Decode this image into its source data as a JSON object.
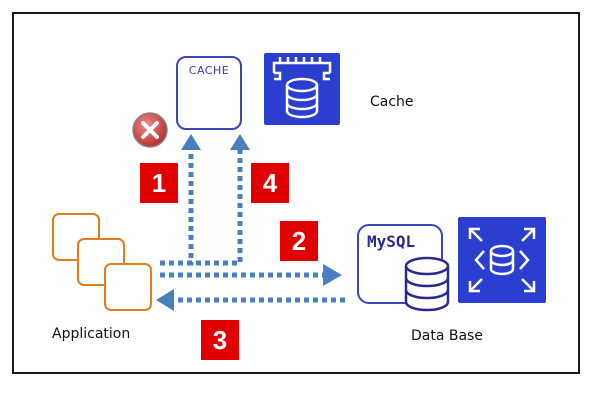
{
  "diagram": {
    "nodes": {
      "cache_box": {
        "label": "CACHE"
      },
      "cache_service": {
        "label": "Cache",
        "icon": "elasticache-icon",
        "color": "#2a3fd0"
      },
      "application": {
        "label": "Application",
        "icon": "application-icon",
        "color": "#e37d1b"
      },
      "mysql": {
        "label": "MySQL",
        "icon": "mysql-database-icon"
      },
      "database_service": {
        "label": "Data Base",
        "icon": "rds-icon",
        "color": "#2a3fd0"
      }
    },
    "steps": [
      {
        "number": "1",
        "color": "#e00000"
      },
      {
        "number": "2",
        "color": "#e00000"
      },
      {
        "number": "3",
        "color": "#e00000"
      },
      {
        "number": "4",
        "color": "#e00000"
      }
    ],
    "cache_miss_icon": "error-x-icon",
    "arrow_color": "#4a7fbf"
  }
}
